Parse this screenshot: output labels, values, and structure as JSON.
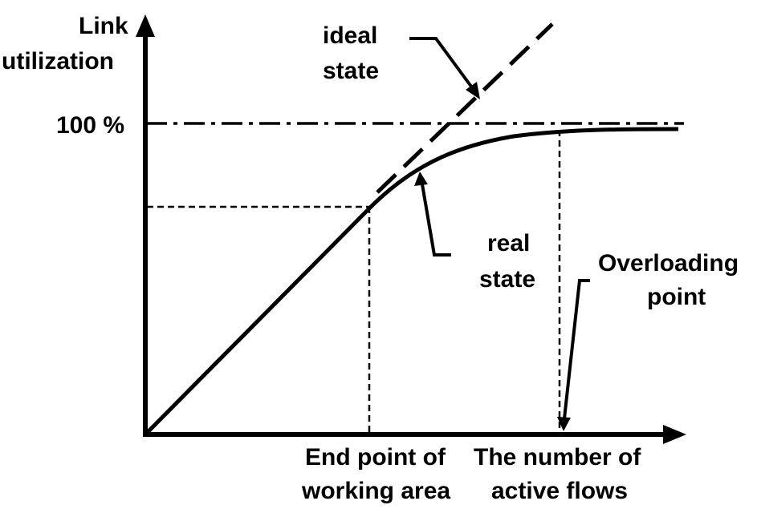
{
  "labels": {
    "y_axis_line1": "Link",
    "y_axis_line2": "utilization",
    "hundred_percent": "100 %",
    "ideal_line1": "ideal",
    "ideal_line2": "state",
    "real_line1": "real",
    "real_line2": "state",
    "overload_line1": "Overloading",
    "overload_line2": "point",
    "end_point_line1": "End point of",
    "end_point_line2": "working area",
    "x_axis_line1": "The number of",
    "x_axis_line2": "active flows"
  },
  "colors": {
    "ink": "#000000",
    "background": "#ffffff"
  }
}
